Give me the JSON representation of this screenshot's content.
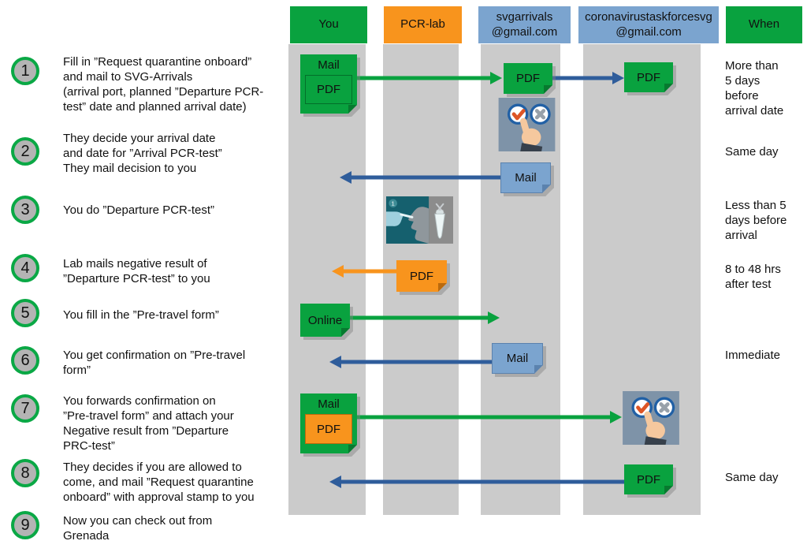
{
  "lanes": [
    {
      "label": "You",
      "color": "#09a23f"
    },
    {
      "label": "PCR-lab",
      "color": "#f8941d"
    },
    {
      "label": "svgarrivals\n@gmail.com",
      "color": "#7ba4cf"
    },
    {
      "label": "coronavirustaskforcesvg\n@gmail.com",
      "color": "#7ba4cf"
    },
    {
      "label": "When",
      "color": "#09a23f"
    }
  ],
  "steps": [
    {
      "num": "1",
      "text": "Fill in ”Request quarantine onboard”\nand mail to SVG-Arrivals\n(arrival port, planned ”Departure PCR-\ntest” date and planned arrival date)",
      "when": "More than\n5 days\nbefore\narrival date"
    },
    {
      "num": "2",
      "text": "They decide your arrival date\nand date for ”Arrival PCR-test”\nThey mail decision to you",
      "when": "Same day"
    },
    {
      "num": "3",
      "text": "You do ”Departure PCR-test”",
      "when": "Less than 5\ndays before\narrival"
    },
    {
      "num": "4",
      "text": "Lab mails negative result of\n”Departure PCR-test” to you",
      "when": "8 to 48 hrs\nafter test"
    },
    {
      "num": "5",
      "text": "You fill in the ”Pre-travel form”"
    },
    {
      "num": "6",
      "text": "You get confirmation on ”Pre-travel\nform”",
      "when": "Immediate"
    },
    {
      "num": "7",
      "text": "You forwards confirmation on\n”Pre-travel form” and attach your\nNegative result from ”Departure\nPRC-test”"
    },
    {
      "num": "8",
      "text": "They decides if you are allowed to\ncome, and mail ”Request quarantine\nonboard” with approval stamp to you",
      "when": "Same day"
    },
    {
      "num": "9",
      "text": "Now you can check out from\nGrenada"
    }
  ],
  "stickies": {
    "step1_you_mail": "Mail",
    "step1_you_pdf": "PDF",
    "step1_svgarrivals_pdf": "PDF",
    "step1_taskforce_pdf": "PDF",
    "step2_svgarrivals_mail": "Mail",
    "step4_lab_pdf": "PDF",
    "step5_you_online": "Online",
    "step6_svgarrivals_mail": "Mail",
    "step7_you_mail": "Mail",
    "step7_you_pdf": "PDF",
    "step8_taskforce_pdf": "PDF"
  },
  "icons": {
    "approve_reject": "approve-reject-icon",
    "pcr_swab": "nasal-swab-test-image",
    "pcr_swab_badge": "1"
  },
  "colors": {
    "green": "#09a23f",
    "orange": "#f8941d",
    "header_blue": "#7ba4cf",
    "arrow_blue": "#2f5d9b",
    "lane_gray": "#cbcbcb",
    "circle_fill": "#b4b4b4",
    "circle_ring": "#0aa845"
  }
}
